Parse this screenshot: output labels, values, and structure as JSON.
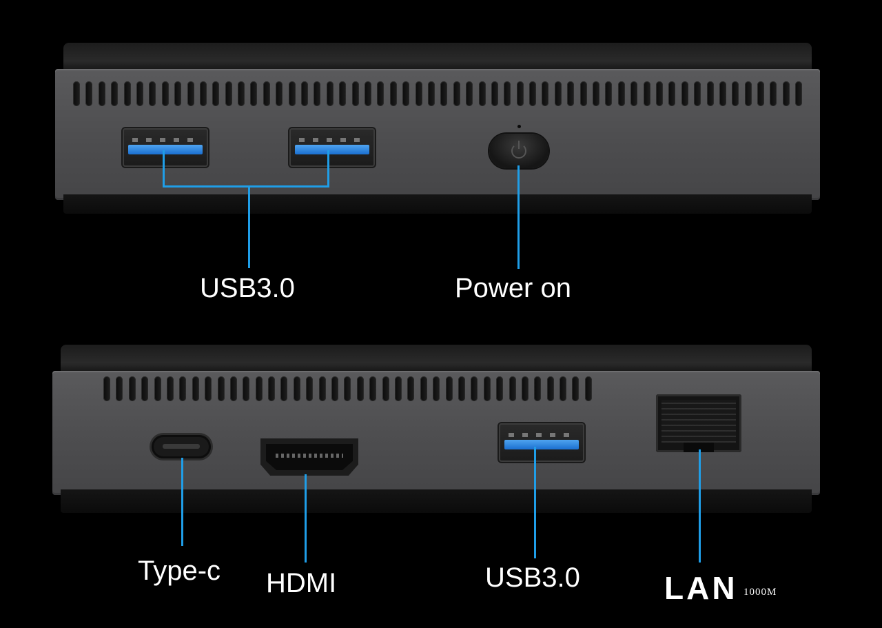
{
  "colors": {
    "background": "#000000",
    "chassis": "#4d4d4f",
    "usb_tongue": "#2a86e6",
    "callout_line": "#1f9ee8",
    "label_text": "#ffffff"
  },
  "front_panel": {
    "labels": {
      "usb": "USB3.0",
      "power": "Power on"
    }
  },
  "rear_panel": {
    "labels": {
      "typec": "Type-c",
      "hdmi": "HDMI",
      "usb": "USB3.0",
      "lan": "LAN",
      "lan_speed": "1000M"
    }
  }
}
